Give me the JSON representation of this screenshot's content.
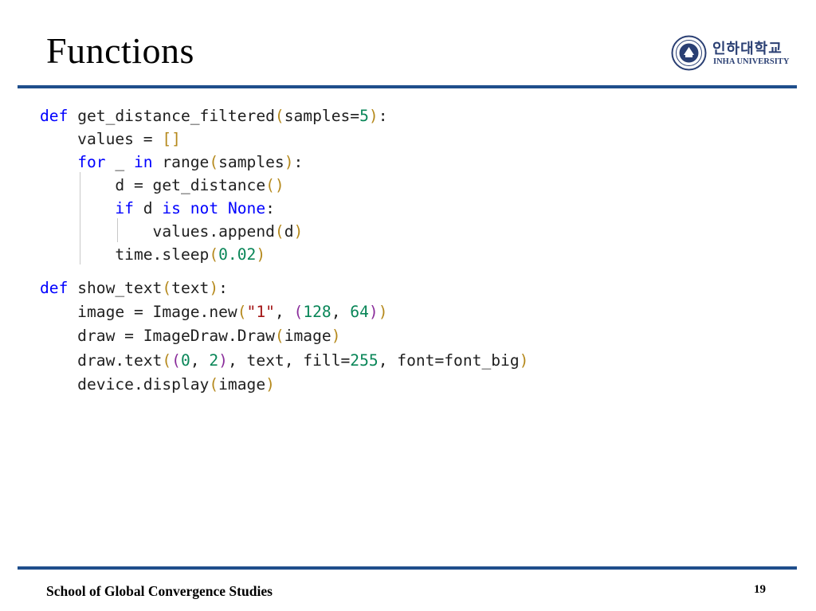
{
  "slide": {
    "title": "Functions",
    "logo": {
      "korean_name": "인하대학교",
      "english_name": "INHA UNIVERSITY"
    },
    "footer": {
      "school": "School of Global Convergence Studies",
      "page_number": "19"
    },
    "accent_color": "#1f4e8c"
  },
  "code": {
    "functions": [
      {
        "name": "get_distance_filtered",
        "lines": [
          "def get_distance_filtered(samples=5):",
          "    values = []",
          "    for _ in range(samples):",
          "        d = get_distance()",
          "        if d is not None:",
          "            values.append(d)",
          "        time.sleep(0.02)"
        ]
      },
      {
        "name": "show_text",
        "lines": [
          "def show_text(text):",
          "    image = Image.new(\"1\", (128, 64))",
          "    draw = ImageDraw.Draw(image)",
          "    draw.text((0, 2), text, fill=255, font=font_big)",
          "    device.display(image)"
        ]
      }
    ]
  }
}
